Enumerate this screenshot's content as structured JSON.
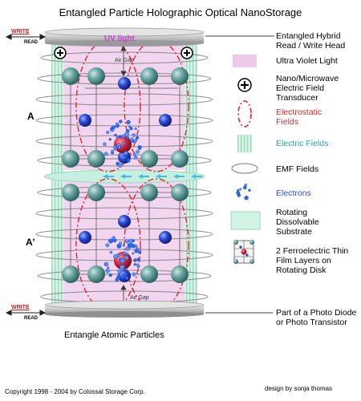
{
  "title": "Entangled Particle Holographic Optical NanoStorage",
  "head": {
    "write": "WRITE",
    "read": "READ",
    "uv_light": "UV light"
  },
  "gap_top": "Air Gap",
  "gap_bottom": "Air Gap",
  "side_labels": [
    "A",
    "A'"
  ],
  "legend": [
    {
      "id": "head",
      "text": "Entangled Hybrid Read / Write Head"
    },
    {
      "id": "uv",
      "text": "Ultra Violet Light"
    },
    {
      "id": "transducer",
      "text": "Nano/Microwave Electric Field Transducer"
    },
    {
      "id": "electrostatic",
      "text": "Electrostatic Fields"
    },
    {
      "id": "electric",
      "text": "Electric Fields"
    },
    {
      "id": "emf",
      "text": "EMF Fields"
    },
    {
      "id": "electrons",
      "text": "Electrons"
    },
    {
      "id": "substrate",
      "text": "Rotating Dissolvable Substrate"
    },
    {
      "id": "ferro",
      "text": "2 Ferroelectric Thin Film Layers on Rotating Disk"
    },
    {
      "id": "photo",
      "text": "Part of a Photo Diode or Photo Transistor"
    }
  ],
  "caption": "Entangle Atomic Particles",
  "copyright": "Copyright 1998 - 2004 by Colossal Storage Corp.",
  "design": "design by sonja thomas",
  "colors": {
    "uv": "#edc9ea",
    "electrostatic": "#e0262b",
    "electric": "#b7e4cf",
    "substrate": "#d3f3e5",
    "atom_teal": "#5f9e9a",
    "atom_blue": "#2542c4",
    "nucleus": "#d42a45"
  },
  "icons": [
    "plus-circle-icon",
    "electron-dot-icon",
    "ellipse-icon"
  ]
}
